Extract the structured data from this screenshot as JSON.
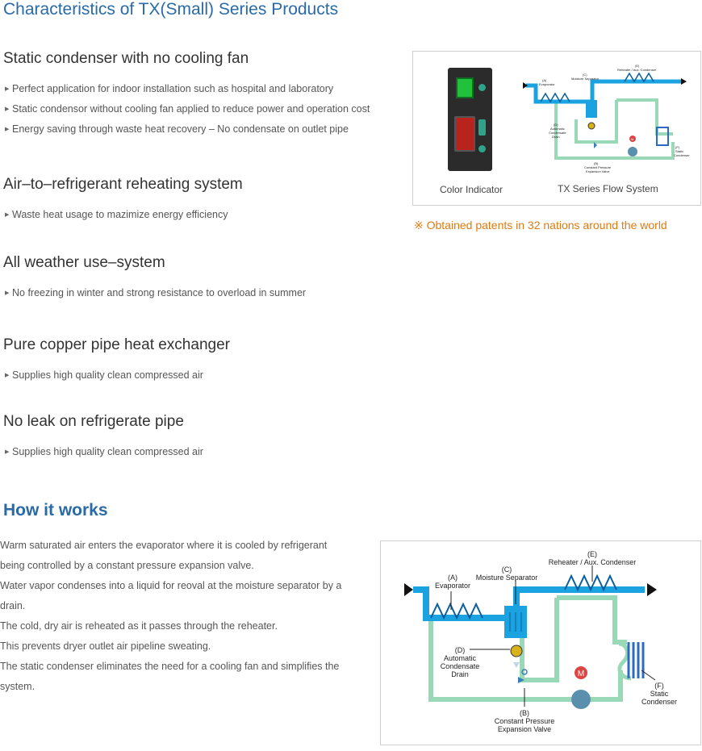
{
  "page_title": "Characteristics of TX(Small) Series Products",
  "sections": [
    {
      "title": "Static condenser with no cooling fan",
      "bullets": [
        "Perfect application for indoor installation such as hospital and laboratory",
        "Static condensor without cooling fan applied to reduce power and operation cost",
        "Energy saving through waste heat recovery – No condensate on outlet pipe"
      ]
    },
    {
      "title": "Air–to–refrigerant reheating system",
      "bullets": [
        "Waste heat usage to mazimize energy efficiency"
      ]
    },
    {
      "title": "All weather use–system",
      "bullets": [
        "No freezing in winter and strong resistance to overload in summer"
      ]
    },
    {
      "title": "Pure copper pipe heat exchanger",
      "bullets": [
        "Supplies high quality clean compressed air"
      ]
    },
    {
      "title": "No leak on refrigerate pipe",
      "bullets": [
        "Supplies high quality clean compressed air"
      ]
    }
  ],
  "figure": {
    "caption_left": "Color Indicator",
    "caption_right": "TX Series Flow System",
    "small_labels": {
      "a": "(A)",
      "a_name": "Evaporator",
      "c": "(C)",
      "c_name": "Moisture Separator",
      "e": "(E)",
      "e_name": "Reheater / Aux. Condenser",
      "d": "(D)",
      "d_name1": "Automatic",
      "d_name2": "Condensate",
      "d_name3": "Drain",
      "b": "(B)",
      "b_name1": "Constant Pressure",
      "b_name2": "Expansion Valve",
      "f": "(F)",
      "f_name1": "Static",
      "f_name2": "Condenser",
      "m": "M"
    }
  },
  "patent_note": "※ Obtained patents in 32 nations around the world",
  "how": {
    "title": "How it works",
    "lines": [
      "Warm saturated air enters the evaporator where it is cooled by refrigerant",
      "being controlled by a constant pressure expansion valve.",
      "Water vapor condenses into a liquid for reoval at the moisture separator by a",
      "drain.",
      "The cold, dry air is reheated as it passes through the reheater.",
      "This prevents dryer outlet air pipeline sweating.",
      "The static condenser eliminates the need for a cooling fan and simplifies the",
      "system."
    ]
  },
  "diagram": {
    "a": "(A)",
    "a_name": "Evaporator",
    "c": "(C)",
    "c_name": "Moisture Separator",
    "e": "(E)",
    "e_name": "Reheater / Aux. Condenser",
    "d": "(D)",
    "d_name1": "Automatic",
    "d_name2": "Condensate",
    "d_name3": "Drain",
    "b": "(B)",
    "b_name1": "Constant Pressure",
    "b_name2": "Expansion Valve",
    "f": "(F)",
    "f_name1": "Static",
    "f_name2": "Condenser",
    "m": "M"
  },
  "colors": {
    "title_blue": "#2a6aa7",
    "patent_orange": "#e07a12",
    "air_pipe": "#1aa3e0",
    "refrigerant_pipe": "#9ad9b8"
  }
}
